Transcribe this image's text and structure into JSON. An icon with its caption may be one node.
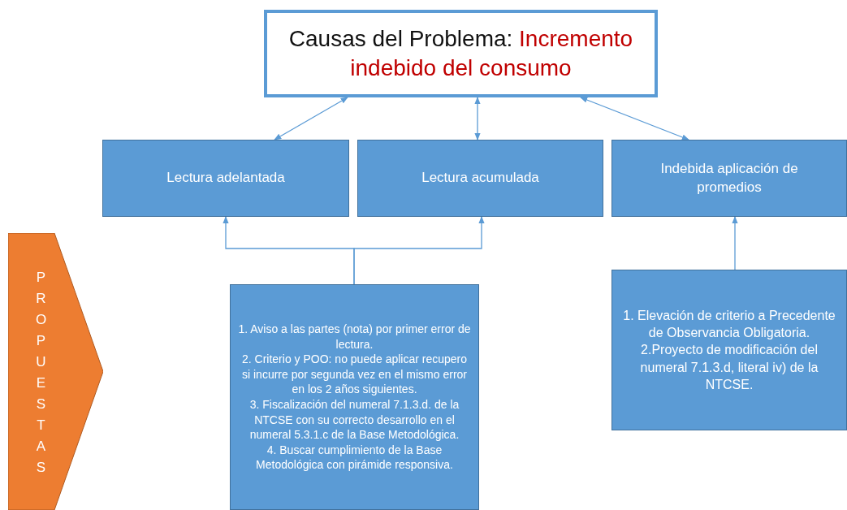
{
  "diagram": {
    "nodes": [
      {
        "text": [
          "Causas del Problema:",
          "Incremento indebido del consumo"
        ]
      },
      {
        "text": [
          "Lectura adelantada"
        ]
      },
      {
        "text": [
          "Lectura acumulada"
        ]
      },
      {
        "text": [
          "Indebida aplicación de promedios"
        ]
      },
      {
        "text": [
          "PROPUESTAS"
        ]
      },
      {
        "text": [
          "1. Aviso a las partes (nota) por primer error de lectura.",
          "2. Criterio y POO: no puede aplicar recupero si incurre por segunda vez en el mismo error en los 2 años siguientes.",
          "3. Fiscalización del numeral 7.1.3.d. de la NTCSE con su correcto desarrollo en el numeral 5.3.1.c de la Base Metodológica.",
          "4. Buscar cumplimiento de la Base Metodológica con pirámide responsiva."
        ]
      },
      {
        "text": [
          "1. Elevación de criterio a Precedente de Observancia Obligatoria.",
          "2.Proyecto de modificación del numeral 7.1.3.d, literal iv) de la NTCSE."
        ]
      }
    ],
    "edges": [
      {
        "from": 0,
        "to": 1,
        "arrow": "both"
      },
      {
        "from": 0,
        "to": 2,
        "arrow": "both"
      },
      {
        "from": 0,
        "to": 3,
        "arrow": "both"
      },
      {
        "from": 5,
        "to": 1,
        "arrow": "to"
      },
      {
        "from": 5,
        "to": 2,
        "arrow": "to"
      },
      {
        "from": 6,
        "to": 3,
        "arrow": "to"
      }
    ]
  }
}
